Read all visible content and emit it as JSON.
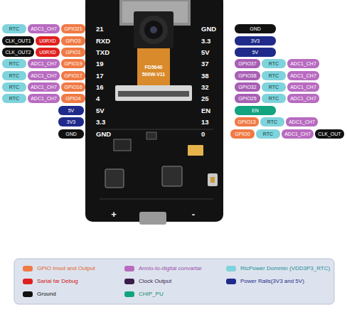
{
  "diagram": {
    "nodes": [
      {
        "text": [
          "RTC"
        ]
      },
      {
        "text": [
          "ADC1_CH7"
        ]
      },
      {
        "text": [
          "GPIO21"
        ]
      },
      {
        "text": [
          "CLK_OUT1"
        ]
      },
      {
        "text": [
          "U0RXD"
        ]
      },
      {
        "text": [
          "GPIO3"
        ]
      },
      {
        "text": [
          "CLK_OUT2"
        ]
      },
      {
        "text": [
          "U0RXD"
        ]
      },
      {
        "text": [
          "GPIO1"
        ]
      },
      {
        "text": [
          "RTC"
        ]
      },
      {
        "text": [
          "ADC1_CH7"
        ]
      },
      {
        "text": [
          "GPIO19"
        ]
      },
      {
        "text": [
          "RTC"
        ]
      },
      {
        "text": [
          "ADC1_CH7"
        ]
      },
      {
        "text": [
          "GPIO17"
        ]
      },
      {
        "text": [
          "RTC"
        ]
      },
      {
        "text": [
          "ADC1_CH7"
        ]
      },
      {
        "text": [
          "GPIO16"
        ]
      },
      {
        "text": [
          "RTC"
        ]
      },
      {
        "text": [
          "ADC1_CH7"
        ]
      },
      {
        "text": [
          "GPIO4"
        ]
      },
      {
        "text": [
          "5V"
        ]
      },
      {
        "text": [
          "3V3"
        ]
      },
      {
        "text": [
          "GND"
        ]
      },
      {
        "text": [
          "GND"
        ]
      },
      {
        "text": [
          "3V3"
        ]
      },
      {
        "text": [
          "5V"
        ]
      },
      {
        "text": [
          "GPIO37"
        ]
      },
      {
        "text": [
          "RTC"
        ]
      },
      {
        "text": [
          "ADC1_CH7"
        ]
      },
      {
        "text": [
          "GPIO38"
        ]
      },
      {
        "text": [
          "RTC"
        ]
      },
      {
        "text": [
          "ADC1_CH7"
        ]
      },
      {
        "text": [
          "GPIO32"
        ]
      },
      {
        "text": [
          "RTC"
        ]
      },
      {
        "text": [
          "ADC1_CH7"
        ]
      },
      {
        "text": [
          "GPIO25"
        ]
      },
      {
        "text": [
          "RTC"
        ]
      },
      {
        "text": [
          "ADC1_CH7"
        ]
      },
      {
        "text": [
          "EN"
        ]
      },
      {
        "text": [
          "GPIO13"
        ]
      },
      {
        "text": [
          "RTC"
        ]
      },
      {
        "text": [
          "ADC1_CH7"
        ]
      },
      {
        "text": [
          "GPIO0"
        ]
      },
      {
        "text": [
          "RTC"
        ]
      },
      {
        "text": [
          "ADC1_CH7"
        ]
      },
      {
        "text": [
          "CLK_OUT"
        ]
      }
    ],
    "labels": [
      "21",
      "RXD",
      "TXD",
      "19",
      "17",
      "16",
      "4",
      "5V",
      "3.3",
      "GND",
      "GND",
      "3.3",
      "5V",
      "37",
      "38",
      "32",
      "25",
      "EN",
      "13",
      "0",
      "FD5640",
      "500W-V11",
      "+",
      "-"
    ],
    "legend": [
      {
        "text": "GPIO Inout and Output",
        "color": "#f07a45"
      },
      {
        "text": "Annlo-to-digital convartar",
        "color": "#b86bc0"
      },
      {
        "text": "RtcPower Dommin (VDD3P3_RTC)",
        "color": "#7fd3dc"
      },
      {
        "text": "Sarial far Debug",
        "color": "#e02020"
      },
      {
        "text": "Clock Output",
        "color": "#3b1e4b"
      },
      {
        "text": "Power Rails(3V3 and 5V)",
        "color": "#1f2a8a"
      },
      {
        "text": "Ground",
        "color": "#111111"
      },
      {
        "text": "CHIP_PU",
        "color": "#12a37f"
      }
    ]
  }
}
